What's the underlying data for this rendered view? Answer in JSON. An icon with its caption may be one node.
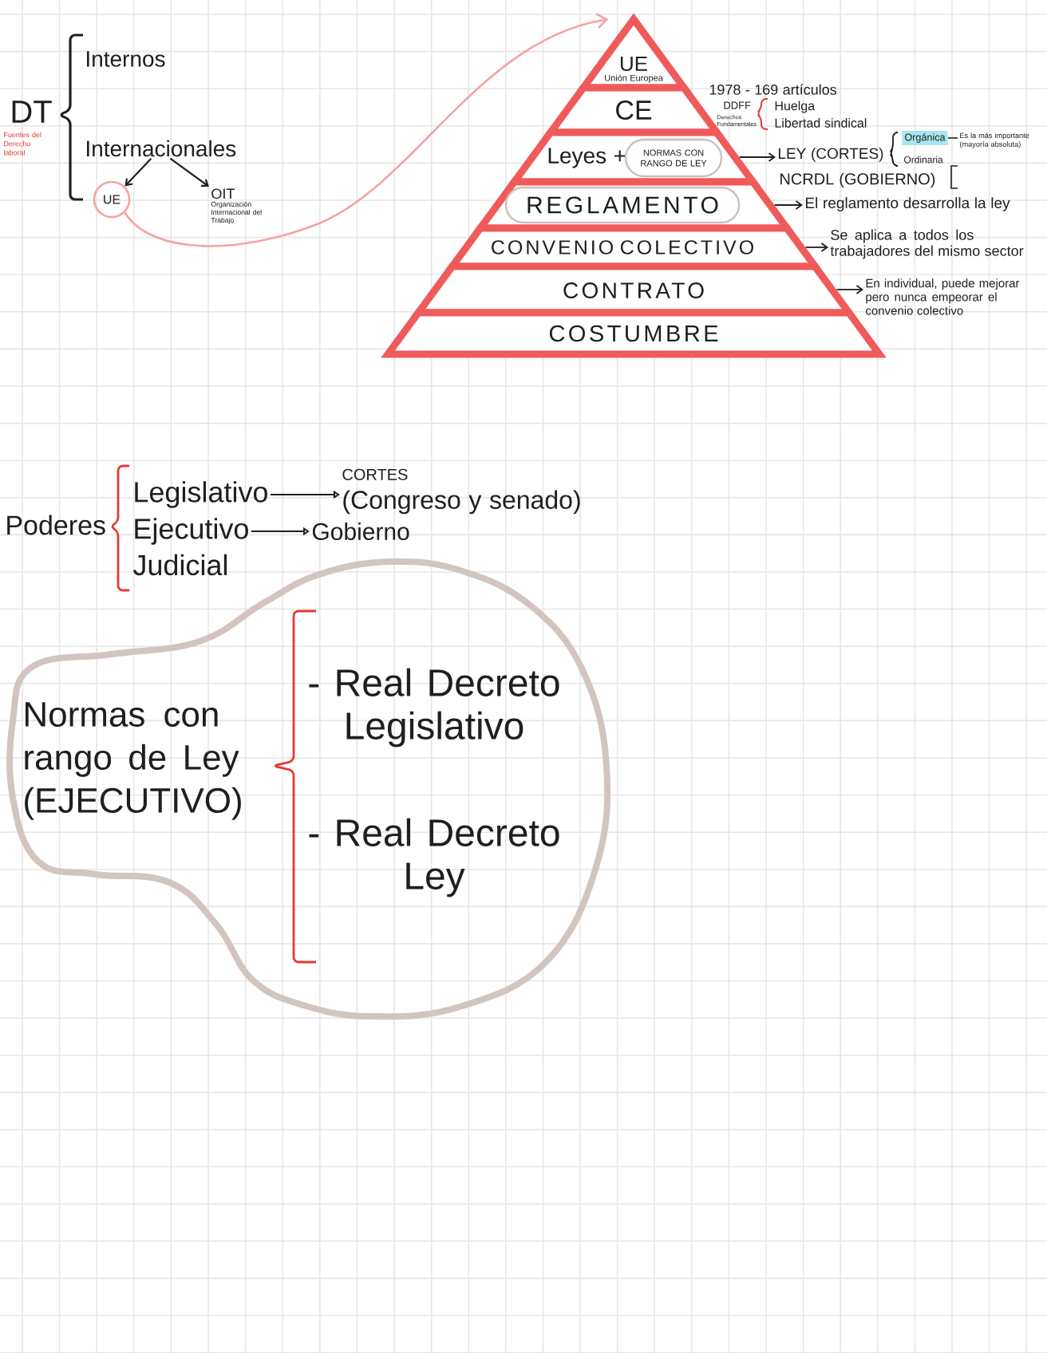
{
  "diagram": {
    "nodes": [
      {
        "text": [
          "Internacionales"
        ]
      },
      {
        "text": [
          "UE"
        ]
      },
      {
        "text": [
          "OIT",
          "Organización Internacional del Trabajo"
        ]
      },
      {
        "text": [
          "UE",
          "Unión Europea"
        ]
      },
      {
        "text": [
          "CE"
        ]
      },
      {
        "text": [
          "Leyes +"
        ]
      },
      {
        "text": [
          "NORMAS CON RANGO DE LEY"
        ],
        "in": 5
      },
      {
        "text": [],
        "shape": "band"
      },
      {
        "text": [
          "REGLAMENTO"
        ],
        "in": 7
      },
      {
        "text": [
          "CONVENIO COLECTIVO"
        ]
      },
      {
        "text": [
          "CONTRATO"
        ]
      },
      {
        "text": [
          "COSTUMBRE"
        ]
      },
      {
        "text": [
          "LEY (CORTES)"
        ]
      },
      {
        "text": [
          "Orgánica"
        ]
      },
      {
        "text": [
          "Es la más importante (mayoría absoluta)"
        ]
      },
      {
        "text": [
          "El reglamento desarrolla la ley"
        ]
      },
      {
        "text": [
          "Se aplica a todos los trabajadores del mismo sector"
        ]
      },
      {
        "text": [
          "En individual, puede mejorar pero nunca empeorar el convenio colectivo"
        ]
      },
      {
        "text": [
          "Legislativo"
        ]
      },
      {
        "text": [
          "CORTES",
          "(Congreso y senado)"
        ]
      },
      {
        "text": [
          "Ejecutivo"
        ]
      },
      {
        "text": [
          "Gobierno"
        ]
      },
      {
        "text": [
          "Normas con rango de Ley (EJECUTIVO)",
          "- Real Decreto Legislativo",
          "- Real Decreto Ley"
        ]
      }
    ],
    "edges": [
      {
        "from": 0,
        "to": 1,
        "arrow": "to"
      },
      {
        "from": 0,
        "to": 2,
        "arrow": "to"
      },
      {
        "from": 1,
        "to": 3,
        "arrow": "to",
        "color": "#f4a3a3"
      },
      {
        "from": 5,
        "to": 12,
        "arrow": "to"
      },
      {
        "from": 13,
        "to": 14,
        "arrow": "none"
      },
      {
        "from": 7,
        "to": 15,
        "arrow": "to"
      },
      {
        "from": 9,
        "to": 16,
        "arrow": "to"
      },
      {
        "from": 10,
        "to": 17,
        "arrow": "to"
      },
      {
        "from": 18,
        "to": 19,
        "arrow": "to"
      },
      {
        "from": 20,
        "to": 21,
        "arrow": "to"
      }
    ],
    "labels": [
      "Internos",
      "DT",
      "Fuentes del Derecho laboral",
      "1978 - 169 artículos",
      "DDFF",
      "Derechos Fundamentales",
      "Huelga",
      "Libertad sindical",
      "Ordinaria",
      "NCRDL (GOBIERNO)",
      "Poderes",
      "Judicial"
    ]
  }
}
